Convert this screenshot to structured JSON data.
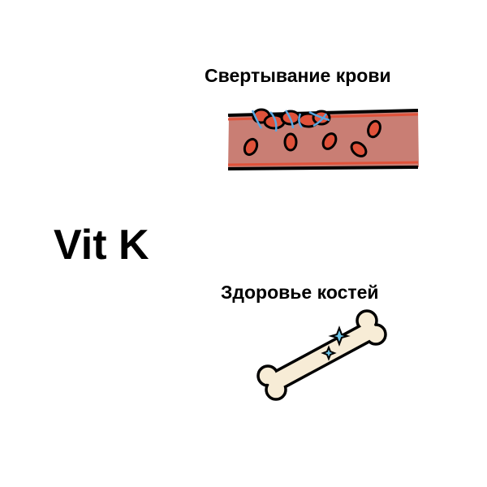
{
  "main_title": "Vit K",
  "items": [
    {
      "label": "Свертывание крови",
      "illustration": "blood-vessel-clot"
    },
    {
      "label": "Здоровье костей",
      "illustration": "bone"
    }
  ],
  "colors": {
    "vessel": "#c97e74",
    "cell": "#e0523a",
    "fibrin": "#5aa7e0",
    "bone": "#f7ecd6",
    "sparkle": "#6cc6ea"
  }
}
